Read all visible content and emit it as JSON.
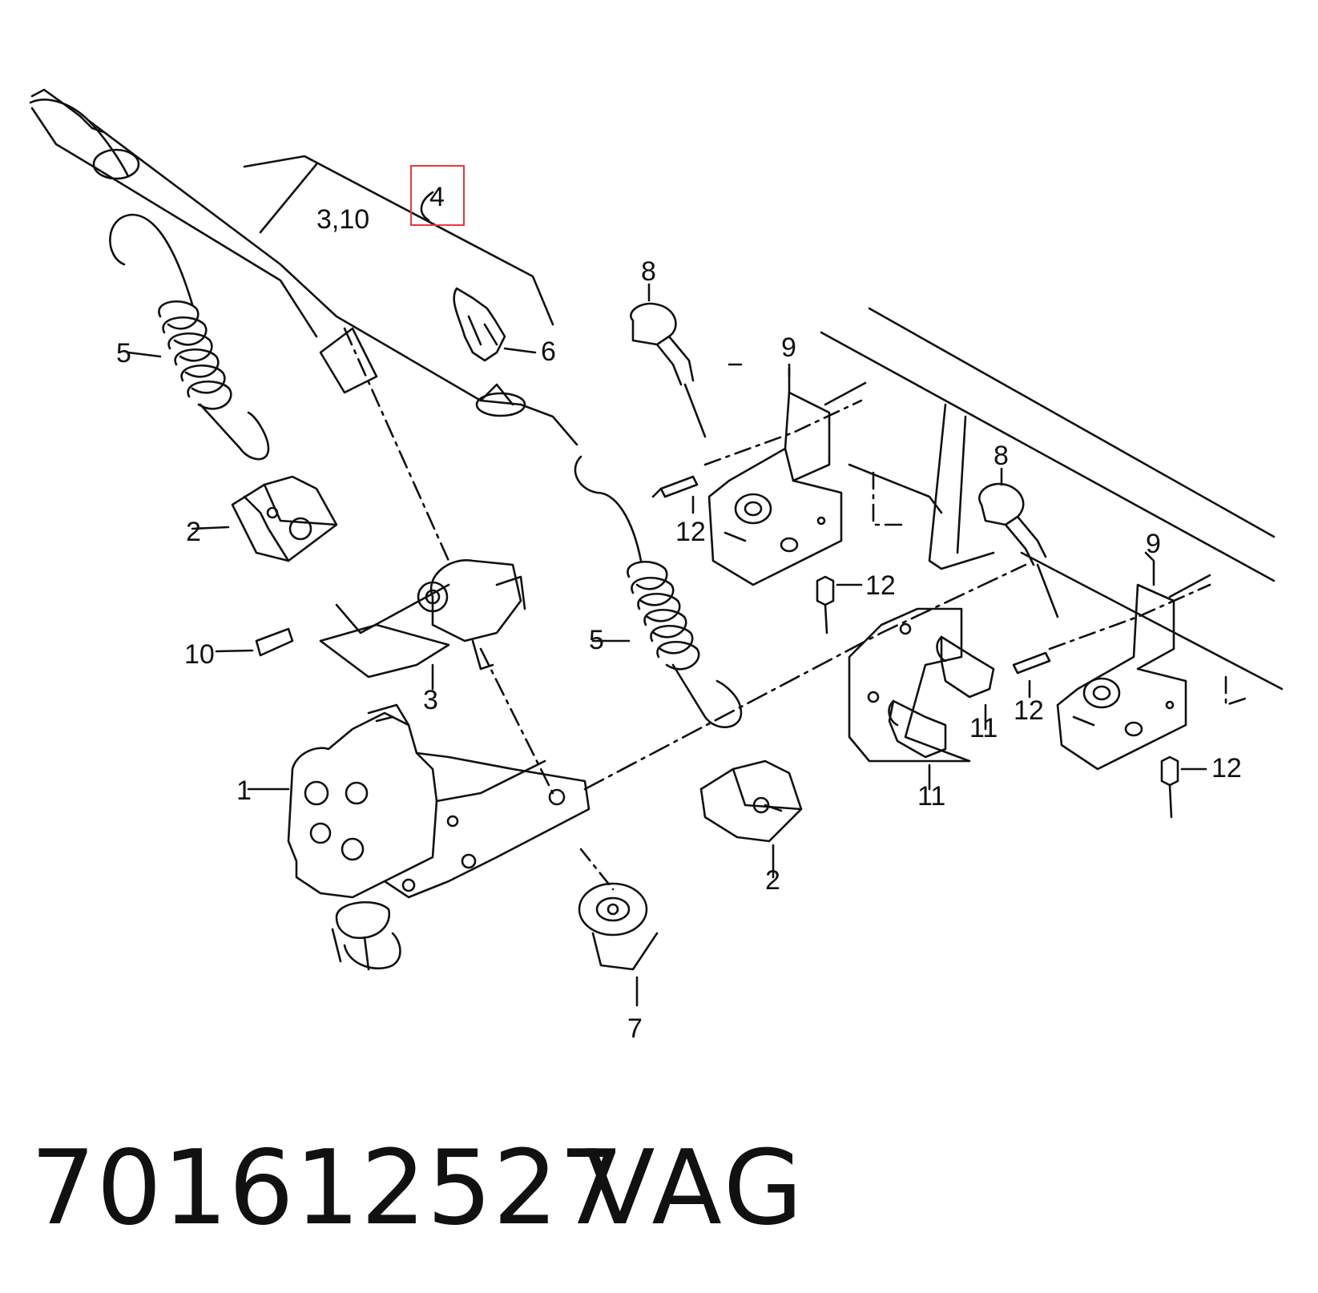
{
  "highlight_color": "#e8383d",
  "callouts": {
    "c1": "1",
    "c2a": "2",
    "c2b": "2",
    "c3": "3",
    "c310": "3,10",
    "c4": "4",
    "c5a": "5",
    "c5b": "5",
    "c6": "6",
    "c7": "7",
    "c8a": "8",
    "c8b": "8",
    "c9a": "9",
    "c9b": "9",
    "c10": "10",
    "c11a": "11",
    "c11b": "11",
    "c12a": "12",
    "c12b": "12",
    "c12c": "12",
    "c12d": "12"
  },
  "footer": {
    "part_number": "701612527",
    "brand": "VAG"
  }
}
